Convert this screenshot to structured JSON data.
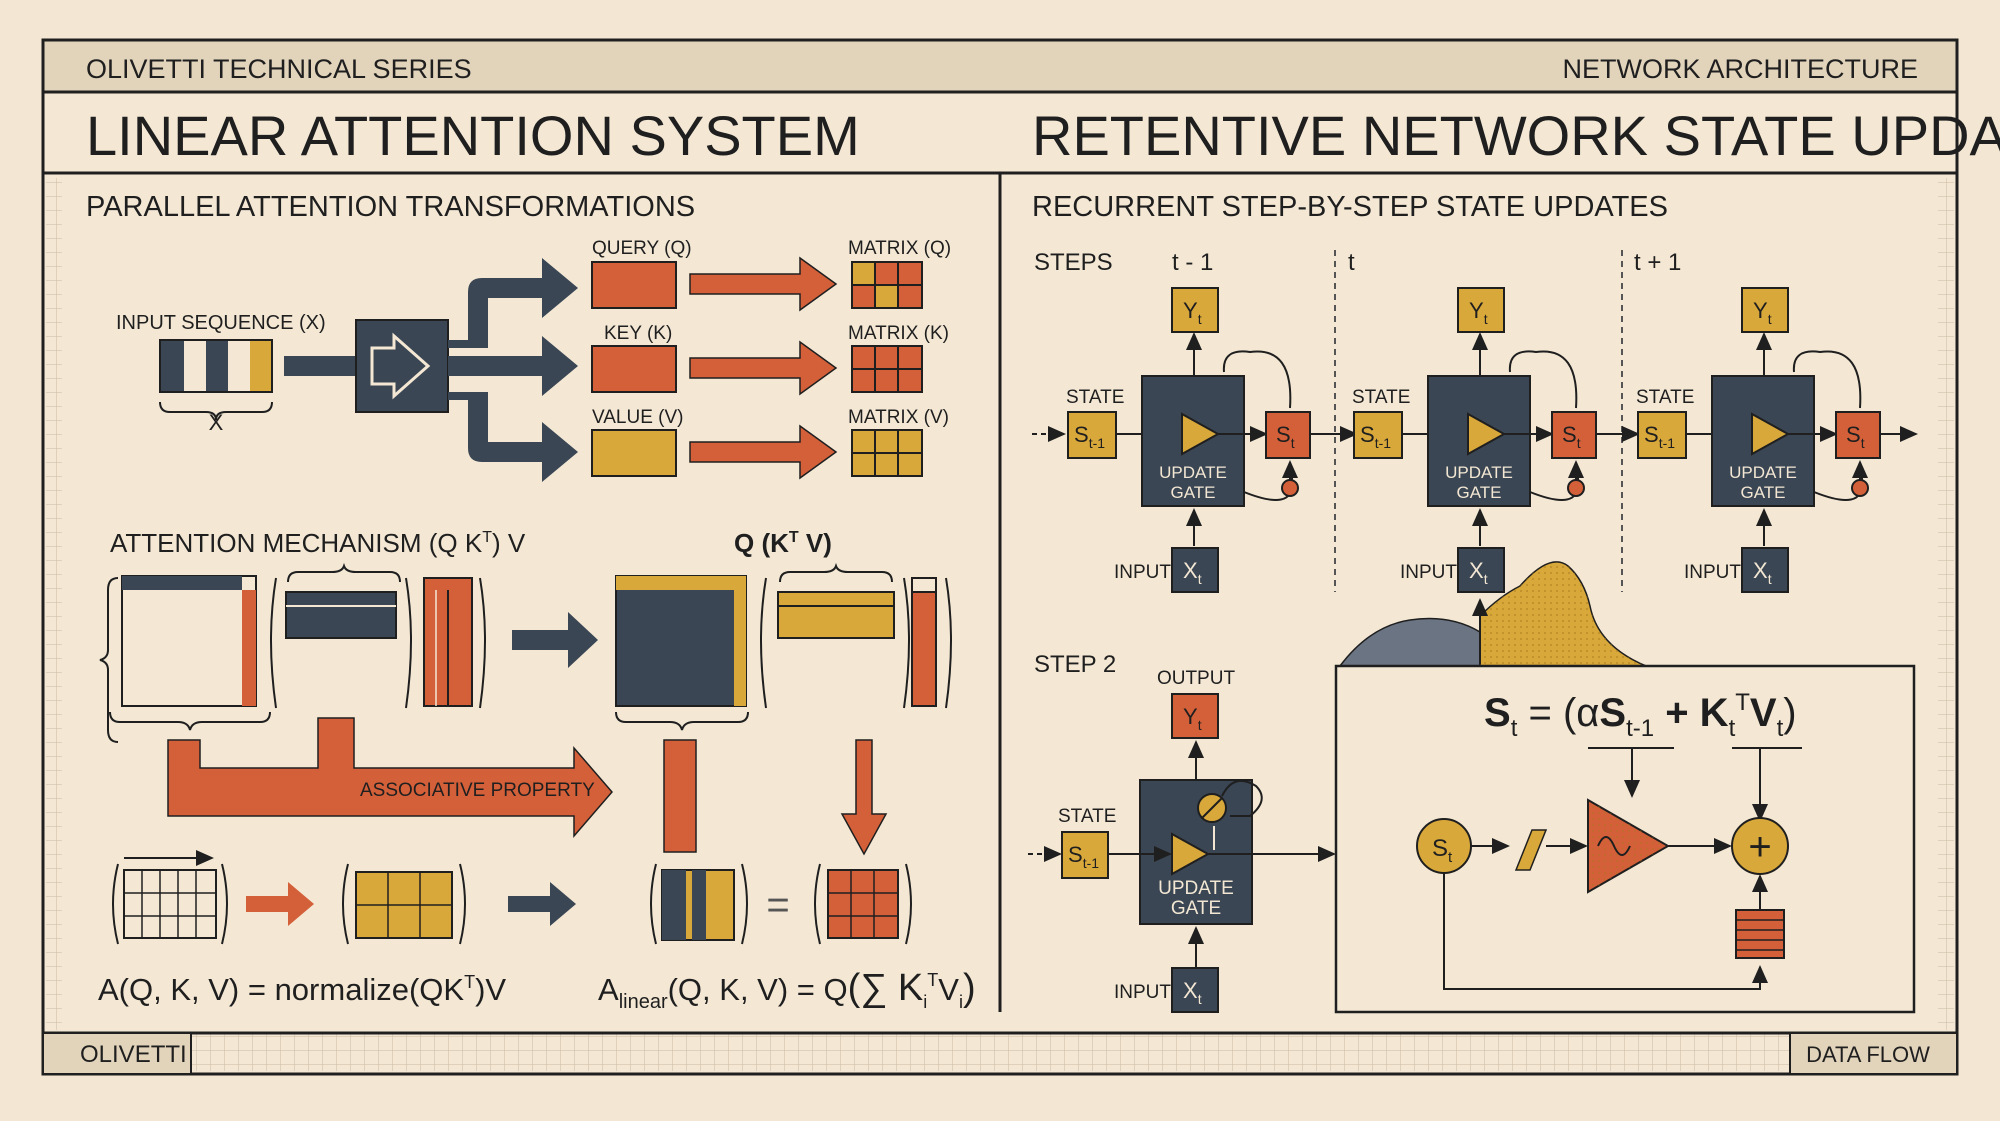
{
  "header": {
    "series": "OLIVETTI TECHNICAL SERIES",
    "section": "NETWORK ARCHITECTURE",
    "left_title": "LINEAR ATTENTION SYSTEM",
    "right_title": "RETENTIVE NETWORK STATE UPDATES"
  },
  "left": {
    "subtitle": "PARALLEL ATTENTION TRANSFORMATIONS",
    "input_label": "INPUT SEQUENCE (X)",
    "input_brace": "X",
    "query": "QUERY (Q)",
    "key": "KEY (K)",
    "value": "VALUE (V)",
    "matrix_q": "MATRIX (Q)",
    "matrix_k": "MATRIX (K)",
    "matrix_v": "MATRIX (V)",
    "attention_label": "ATTENTION MECHANISM (Q K",
    "attention_sup": "T",
    "attention_tail": ") V",
    "qktv_label": "Q (K",
    "qktv_sup": "T",
    "qktv_tail": " V)",
    "assoc": "ASSOCIATIVE PROPERTY",
    "formula_left": "A(Q, K, V) = normalize(QK",
    "formula_left_sup": "T",
    "formula_left_tail": ")V",
    "formula_right_a": "A",
    "formula_right_sub": "linear",
    "formula_right_mid": "(Q, K, V) = Q",
    "formula_right_sum": "(∑ K",
    "formula_right_i": "i",
    "formula_right_T": "T",
    "formula_right_V": "V",
    "formula_right_i2": "i",
    "formula_right_close": ")",
    "equals": "="
  },
  "right": {
    "subtitle": "RECURRENT STEP-BY-STEP STATE UPDATES",
    "steps_label": "STEPS",
    "step_times": [
      "t - 1",
      "t",
      "t + 1"
    ],
    "cells": [
      {
        "state": "STATE",
        "s_prev": "S",
        "s_prev_sub": "t-1",
        "gate1": "UPDATE",
        "gate2": "GATE",
        "s_out": "S",
        "s_out_sub": "t",
        "y": "Y",
        "y_sub": "t",
        "input": "INPUT",
        "x": "X",
        "x_sub": "t"
      },
      {
        "state": "STATE",
        "s_prev": "S",
        "s_prev_sub": "t-1",
        "gate1": "UPDATE",
        "gate2": "GATE",
        "s_out": "S",
        "s_out_sub": "t",
        "y": "Y",
        "y_sub": "t",
        "input": "INPUT",
        "x": "X",
        "x_sub": "t"
      },
      {
        "state": "STATE",
        "s_prev": "S",
        "s_prev_sub": "t-1",
        "gate1": "UPDATE",
        "gate2": "GATE",
        "s_out": "S",
        "s_out_sub": "t",
        "y": "Y",
        "y_sub": "t",
        "input": "INPUT",
        "x": "X",
        "x_sub": "t"
      }
    ],
    "step2_label": "STEP 2",
    "step2": {
      "output": "OUTPUT",
      "y": "Y",
      "y_sub": "t",
      "state": "STATE",
      "s_prev": "S",
      "s_prev_sub": "t-1",
      "gate1": "UPDATE",
      "gate2": "GATE",
      "input": "INPUT",
      "x": "X",
      "x_sub": "t"
    },
    "equation": {
      "lhs": "S",
      "lhs_sub": "t",
      "eq": " = (α",
      "s": "S",
      "s_sub": "t-1",
      "plus": " + K",
      "k_sub": "t",
      "k_sup": "T",
      "v": "V",
      "v_sub": "t",
      "close": ")"
    },
    "node_s": "S",
    "node_s_sub": "t",
    "plus_node": "+"
  },
  "footer": {
    "left": "OLIVETTI",
    "right": "DATA FLOW"
  },
  "colors": {
    "background": "#f3e7d3",
    "navy": "#3a4654",
    "orange": "#d4603a",
    "mustard": "#d9a83a",
    "ink": "#1f1f1f"
  }
}
